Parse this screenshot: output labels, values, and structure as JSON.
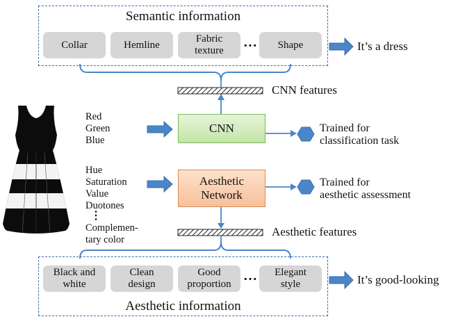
{
  "semantic": {
    "title": "Semantic information",
    "items": [
      "Collar",
      "Hemline",
      "Fabric\ntexture",
      "Shape"
    ],
    "ellipsis": "…",
    "result": "It’s a dress"
  },
  "aesthetic": {
    "title": "Aesthetic information",
    "items": [
      "Black and\nwhite",
      "Clean\ndesign",
      "Good\nproportion",
      "Elegant\nstyle"
    ],
    "ellipsis": "…",
    "result": "It’s good-looking"
  },
  "features": {
    "cnn": "CNN features",
    "aesthetic": "Aesthetic features"
  },
  "inputs": {
    "rgb": "Red\nGreen\nBlue",
    "hsv": "Hue\nSaturation\nValue\nDuotones",
    "vdots": "⋮",
    "complementary": "Complemen-\ntary color"
  },
  "networks": {
    "cnn": "CNN",
    "aesthetic": "Aesthetic\nNetwork"
  },
  "outputs": {
    "cnn": "Trained for\nclassification task",
    "aesthetic": "Trained for\naesthetic assessment"
  },
  "colors": {
    "arrow": "#4a86c8",
    "arrow_stroke": "#3a6fa8",
    "panel_border": "#3b6aa8",
    "chip": "#d6d6d6",
    "cnn_fill": "#d4ecbe",
    "aesthetic_fill": "#fbcfae"
  }
}
